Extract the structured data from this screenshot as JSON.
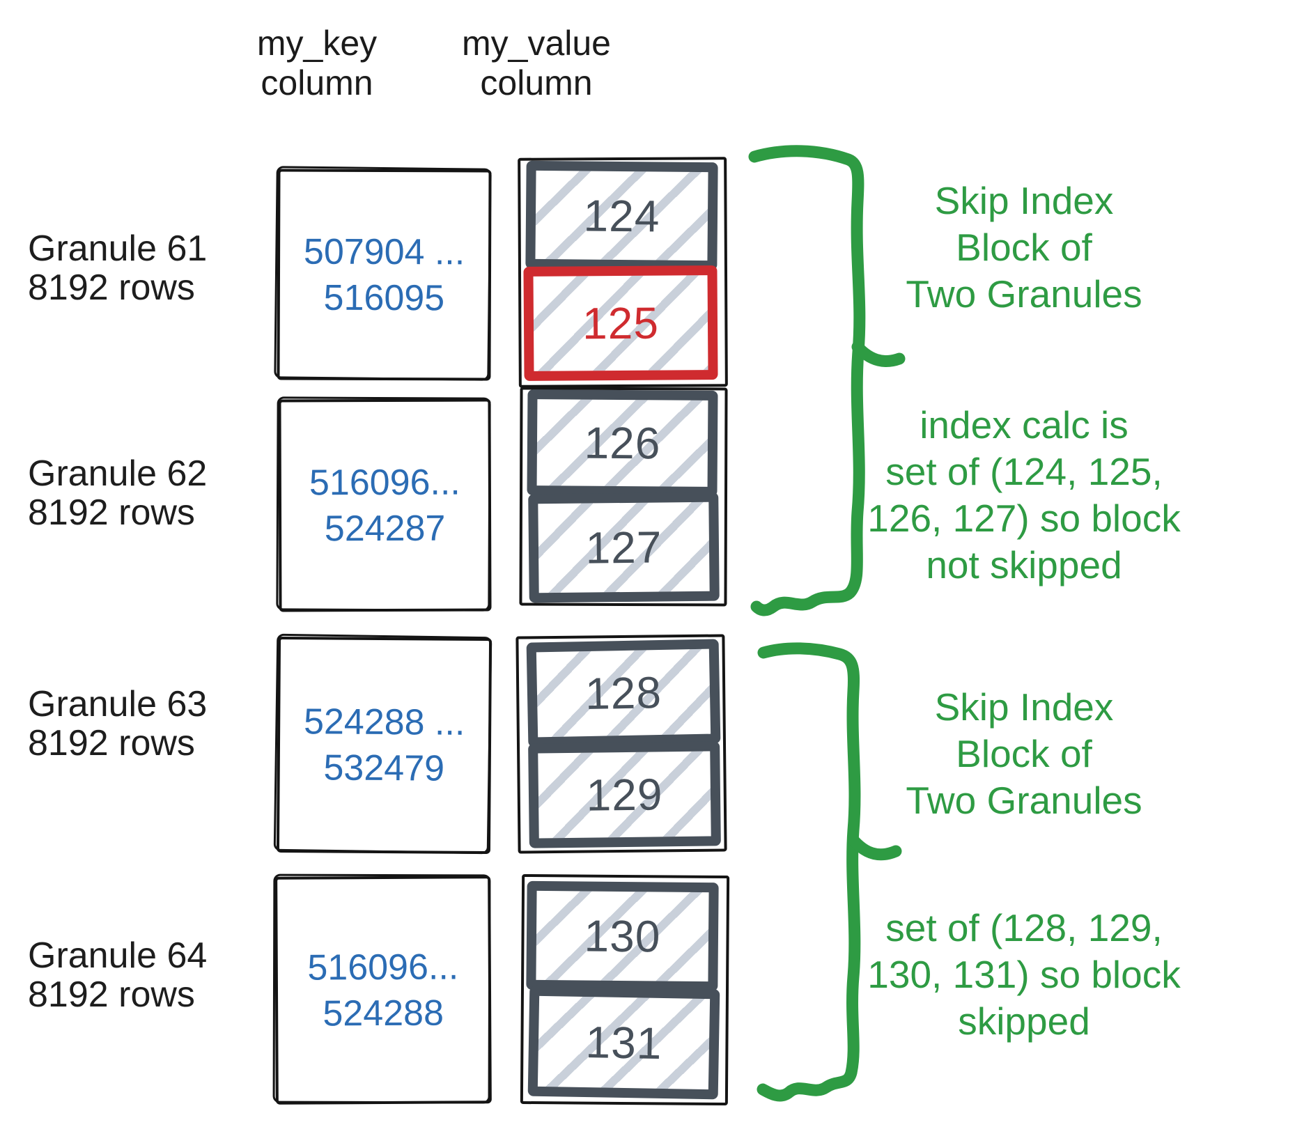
{
  "headers": {
    "key": {
      "line1": "my_key",
      "line2": "column"
    },
    "value": {
      "line1": "my_value",
      "line2": "column"
    }
  },
  "granules": [
    {
      "name": "Granule 61",
      "rows": "8192 rows",
      "key_line1": "507904 ...",
      "key_line2": "516095",
      "blocks": [
        {
          "value": "124",
          "highlighted": false
        },
        {
          "value": "125",
          "highlighted": true
        }
      ]
    },
    {
      "name": "Granule 62",
      "rows": "8192 rows",
      "key_line1": "516096...",
      "key_line2": "524287",
      "blocks": [
        {
          "value": "126",
          "highlighted": false
        },
        {
          "value": "127",
          "highlighted": false
        }
      ]
    },
    {
      "name": "Granule 63",
      "rows": "8192 rows",
      "key_line1": "524288 ...",
      "key_line2": "532479",
      "blocks": [
        {
          "value": "128",
          "highlighted": false
        },
        {
          "value": "129",
          "highlighted": false
        }
      ]
    },
    {
      "name": "Granule 64",
      "rows": "8192 rows",
      "key_line1": "516096...",
      "key_line2": "524288",
      "blocks": [
        {
          "value": "130",
          "highlighted": false
        },
        {
          "value": "131",
          "highlighted": false
        }
      ]
    }
  ],
  "annotations": [
    {
      "lines": [
        "Skip Index",
        "Block of",
        "Two Granules"
      ]
    },
    {
      "lines": [
        "index calc is",
        "set of (124, 125,",
        "126, 127) so block",
        "not skipped"
      ]
    },
    {
      "lines": [
        "Skip Index",
        "Block of",
        "Two Granules"
      ]
    },
    {
      "lines": [
        "set of (128, 129,",
        "130, 131) so block",
        "skipped"
      ]
    }
  ],
  "colors": {
    "annotation_green": "#2e9b43",
    "key_text_blue": "#2b6cb4",
    "highlight_red": "#cf2b2f",
    "block_border_slate": "#47505a",
    "hatch_gray": "#c9d0da"
  }
}
